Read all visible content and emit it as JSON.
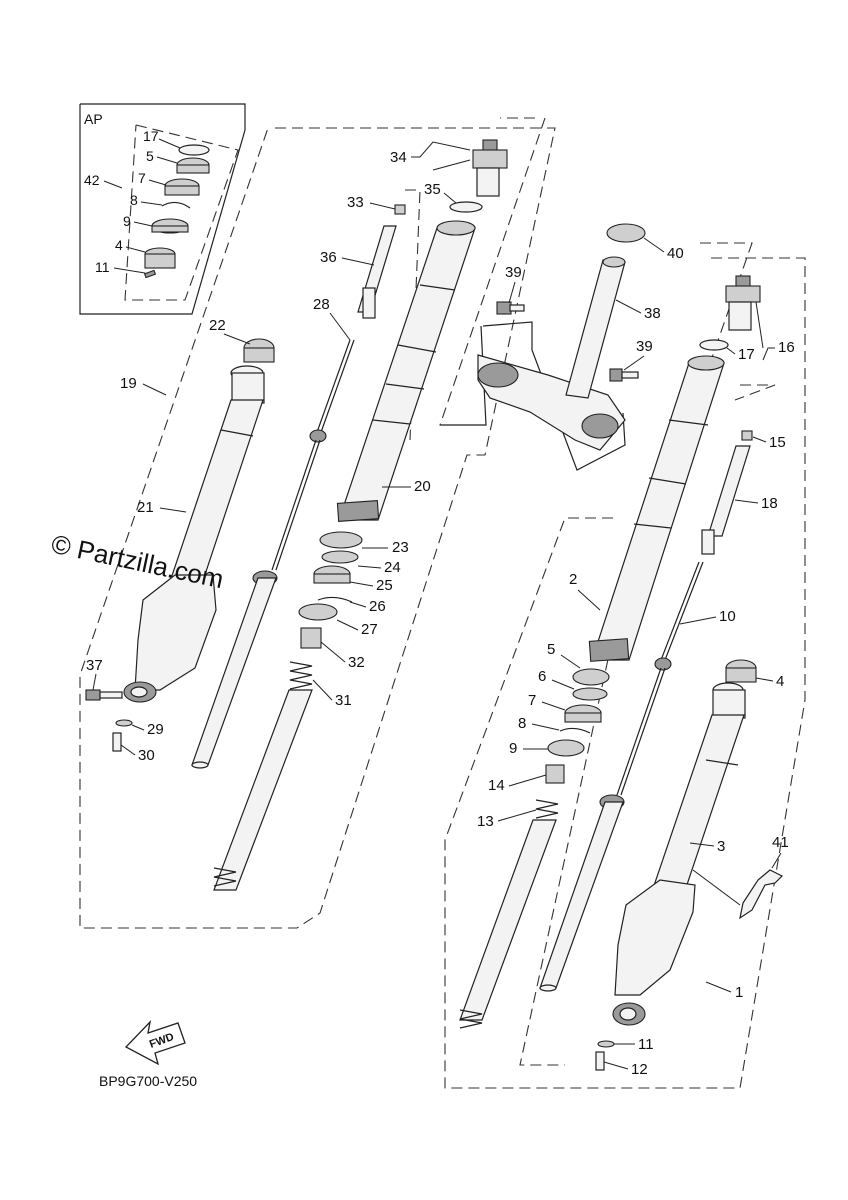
{
  "diagram": {
    "watermark": "© Partzilla.com",
    "code": "BP9G700-V250",
    "fwd_label": "FWD",
    "ap_box_label": "AP",
    "callouts": {
      "ap_17": "17",
      "ap_5": "5",
      "ap_42": "42",
      "ap_7": "7",
      "ap_8": "8",
      "ap_9": "9",
      "ap_4": "4",
      "ap_11": "11",
      "c34": "34",
      "c35": "35",
      "c33": "33",
      "c36": "36",
      "c28": "28",
      "c22": "22",
      "c19": "19",
      "c21": "21",
      "c20": "20",
      "c23": "23",
      "c24": "24",
      "c25": "25",
      "c26": "26",
      "c27": "27",
      "c32": "32",
      "c31": "31",
      "c37": "37",
      "c29": "29",
      "c30": "30",
      "c40": "40",
      "c39a": "39",
      "c38": "38",
      "c39b": "39",
      "c16": "16",
      "c17": "17",
      "c15": "15",
      "c18": "18",
      "c2": "2",
      "c10": "10",
      "c5": "5",
      "c6": "6",
      "c7": "7",
      "c8": "8",
      "c9": "9",
      "c14": "14",
      "c13": "13",
      "c4": "4",
      "c3": "3",
      "c41": "41",
      "c1": "1",
      "c11": "11",
      "c12": "12"
    }
  }
}
